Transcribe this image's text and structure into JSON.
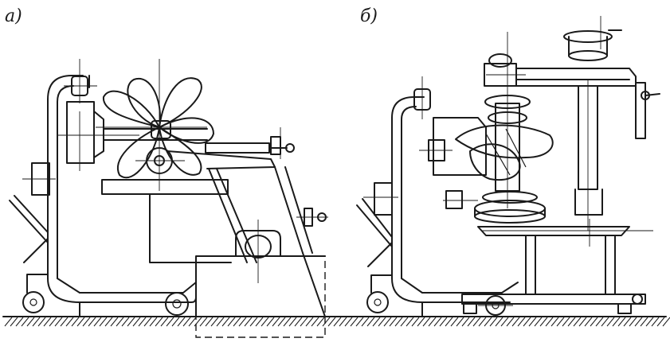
{
  "panels": [
    {
      "id": "a",
      "label": "a)"
    },
    {
      "id": "b",
      "label": "б)"
    }
  ],
  "colors": {
    "line": "#1a1a1a",
    "background": "#ffffff"
  }
}
